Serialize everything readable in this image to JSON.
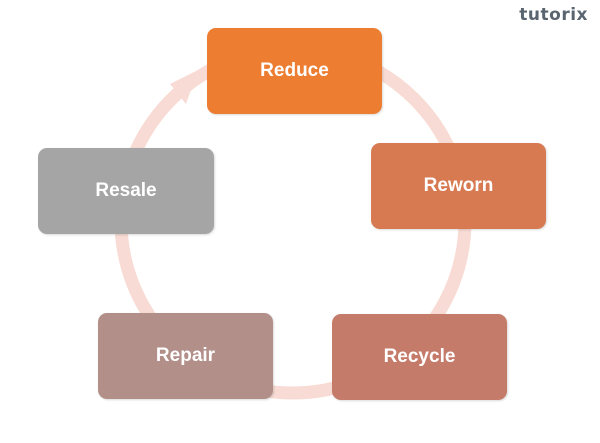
{
  "brand": {
    "logo_text": "tutorix"
  },
  "cycle": {
    "ring_color": "#f8dbd4",
    "nodes": [
      {
        "id": "reduce",
        "label": "Reduce",
        "color": "#ed7d31"
      },
      {
        "id": "reworn",
        "label": "Reworn",
        "color": "#d77a52"
      },
      {
        "id": "recycle",
        "label": "Recycle",
        "color": "#c57b6a"
      },
      {
        "id": "repair",
        "label": "Repair",
        "color": "#b28f89"
      },
      {
        "id": "resale",
        "label": "Resale",
        "color": "#a5a5a5"
      }
    ]
  }
}
